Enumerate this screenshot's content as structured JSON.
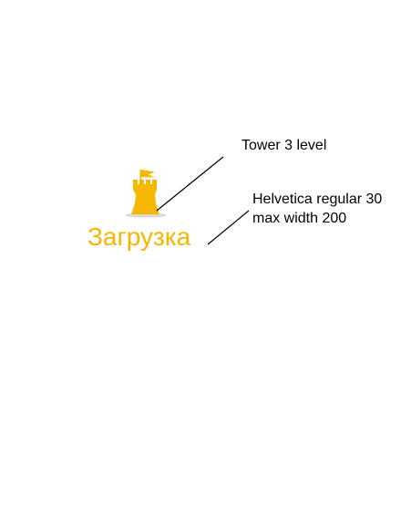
{
  "loading": {
    "label": "Загрузка",
    "color": "#f5b700",
    "icon": "tower-icon"
  },
  "annotations": {
    "tower_note": "Tower 3 level",
    "font_note_line1": "Helvetica regular 30",
    "font_note_line2": "max width 200"
  }
}
